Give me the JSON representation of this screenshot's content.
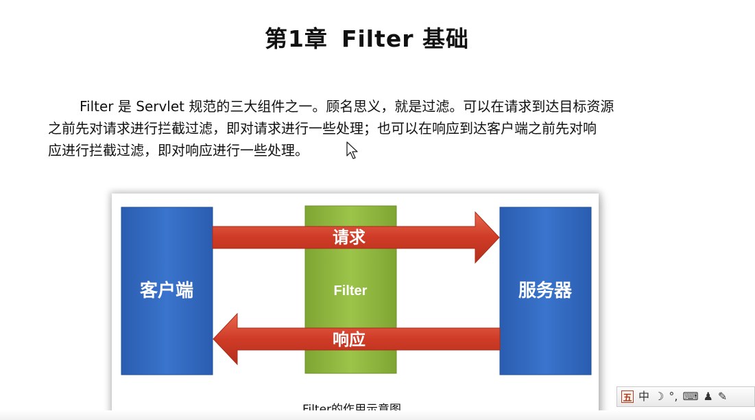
{
  "document": {
    "chapter_label": "第1章",
    "chapter_title": "Filter 基础",
    "paragraph_lines": [
      "Filter 是 Servlet 规范的三大组件之一。顾名思义，就是过滤。可以在请求到达目标资源",
      "之前先对请求进行拦截过滤，即对请求进行一些处理；也可以在响应到达客户端之前先对响",
      "应进行拦截过滤，即对响应进行一些处理。"
    ]
  },
  "figure": {
    "client_label": "客户端",
    "server_label": "服务器",
    "filter_label": "Filter",
    "request_label": "请求",
    "response_label": "响应",
    "caption": "Filter的作用示意图",
    "colors": {
      "blue_box": "#2f65b8",
      "green_box": "#8ab43a",
      "red_arrow": "#d0402b"
    }
  },
  "ime_toolbar": {
    "logo": "五",
    "mode": "中",
    "icons": [
      "moon-icon",
      "punctuation-icon",
      "keyboard-icon",
      "user-icon",
      "wrench-icon"
    ]
  }
}
